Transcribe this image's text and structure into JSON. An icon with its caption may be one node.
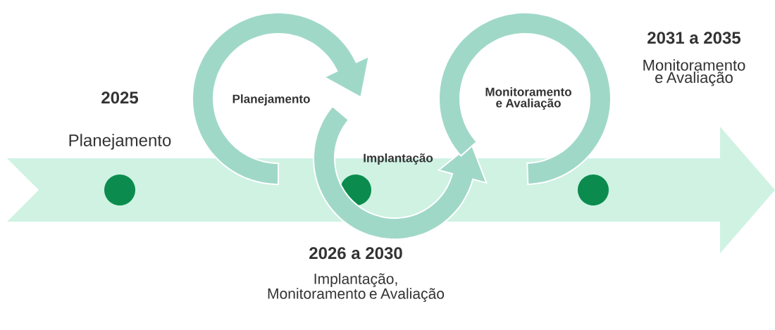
{
  "diagram": {
    "nodes": [
      {
        "text": [],
        "shape": "circle",
        "beside": [
          "2025",
          "Planejamento"
        ]
      },
      {
        "text": [],
        "shape": "circle",
        "beside": [
          "2026 a 2030",
          "Implantação, Monitoramento e Avaliação"
        ]
      },
      {
        "text": [],
        "shape": "circle",
        "beside": [
          "2031 a 2035",
          "Monitoramento e Avaliação"
        ]
      },
      {
        "text": [
          "Planejamento"
        ]
      },
      {
        "text": [
          "Implantação"
        ]
      },
      {
        "text": [
          "Monitoramento e Avaliação"
        ]
      }
    ],
    "edges": []
  }
}
